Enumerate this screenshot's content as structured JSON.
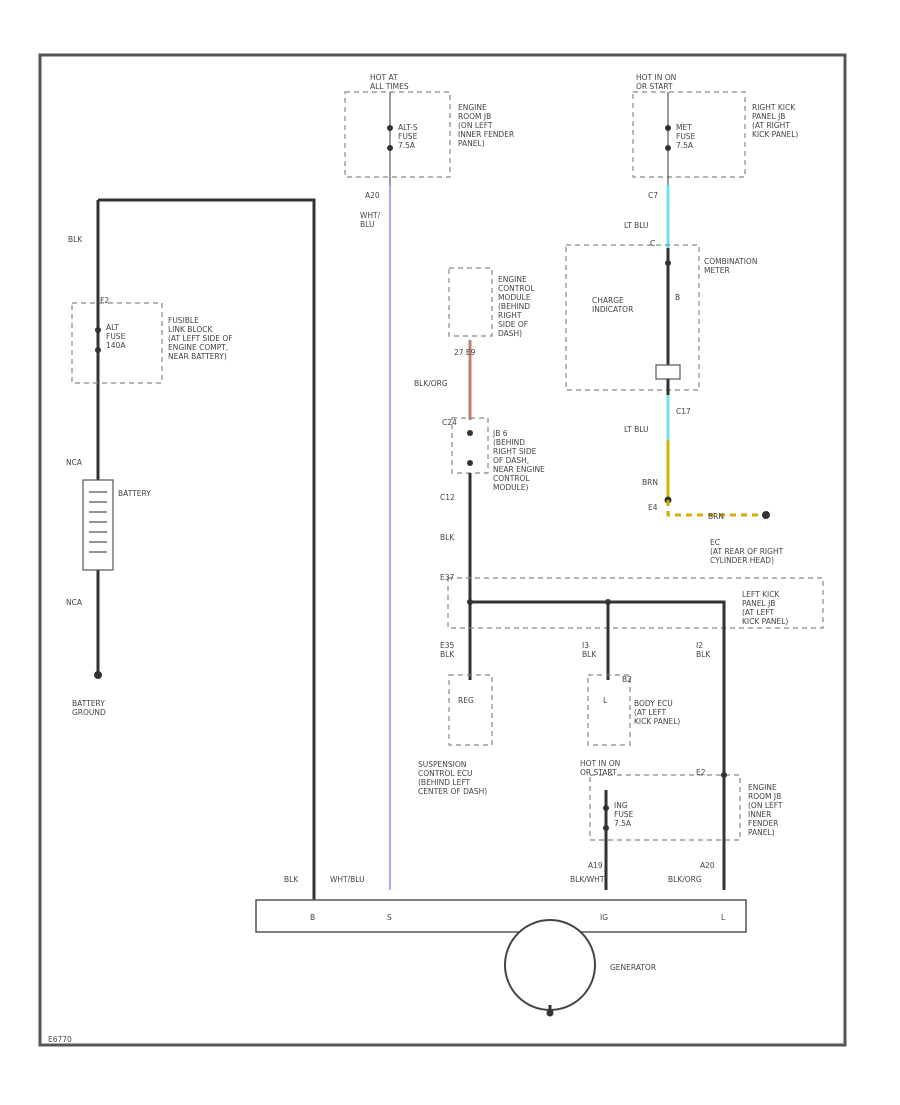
{
  "colors": {
    "wire": "#333333",
    "wht_blu": "#a8a8ff",
    "lt_blu": "#70e0f0",
    "blk_org": "#c08070",
    "brn": "#d4b000"
  },
  "hot_at_all_times": "HOT AT\nALL TIMES",
  "engine_room_jb_1": "ENGINE\nROOM JB\n(ON LEFT\nINNER FENDER\nPANEL)",
  "alt_s_fuse": "ALT-S\nFUSE\n7.5A",
  "a20": "A20",
  "wht_blu_v": "WHT/\nBLU",
  "hot_in_on_1": "HOT IN ON\nOR START",
  "right_kick_panel_jb": "RIGHT KICK\nPANEL JB\n(AT RIGHT\nKICK PANEL)",
  "met_fuse": "MET\nFUSE\n7.5A",
  "c7": "C7",
  "lt_blu_1": "LT BLU",
  "c_conn": "C",
  "combination_meter": "COMBINATION\nMETER",
  "charge_indicator": "CHARGE\nINDICATOR",
  "b": "B",
  "c17": "C17",
  "lt_blu_2": "LT BLU",
  "brn": "BRN",
  "e4": "E4",
  "brn_2": "BRN",
  "ec": "EC\n(AT REAR OF RIGHT\nCYLINDER HEAD)",
  "engine_control_module": "ENGINE\nCONTROL\nMODULE\n(BEHIND\nRIGHT\nSIDE OF\nDASH)",
  "e9": "27  E9",
  "blk_org": "BLK/ORG",
  "jb_conn": "C24",
  "jb_6": "JB 6\n(BEHIND\nRIGHT SIDE\nOF DASH,\nNEAR ENGINE\nCONTROL\nMODULE)",
  "c12": "C12",
  "blk_1": "BLK",
  "blk_top": "BLK",
  "fusible_link_block": "FUSIBLE\nLINK BLOCK\n(AT LEFT SIDE OF\nENGINE COMPT,\nNEAR BATTERY)",
  "f2": "F2",
  "alt_fuse": "ALT\nFUSE\n140A",
  "nca_1": "NCA",
  "battery": "BATTERY",
  "nca_2": "NCA",
  "battery_ground": "BATTERY\nGROUND",
  "e37": "E37",
  "left_kick_panel_jb": "LEFT KICK\nPANEL JB\n(AT LEFT\nKICK PANEL)",
  "e35_blk": "E35\nBLK",
  "reg": "REG",
  "suspension_control": "SUSPENSION\nCONTROL ECU\n(BEHIND LEFT\nCENTER OF DASH)",
  "i3_blk": "I3\nBLK",
  "b2": "B2",
  "body_ecu": "BODY ECU\n(AT LEFT\nKICK PANEL)",
  "body_ecu_pin": "L",
  "i2_blk": "I2\nBLK",
  "hot_in_on_2": "HOT IN ON\nOR START",
  "e2": "E2",
  "engine_room_jb_2": "ENGINE\nROOM JB\n(ON LEFT\nINNER\nFENDER\nPANEL)",
  "ing_fuse": "ING\nFUSE\n7.5A",
  "a19": "A19",
  "blk_wht": "BLK/WHT",
  "a20_2": "A20",
  "blk_org_2": "BLK/ORG",
  "blk_bottom": "BLK",
  "wht_blu_bottom": "WHT/BLU",
  "gen_b": "B",
  "gen_s": "S",
  "gen_ig": "IG",
  "gen_l": "L",
  "generator": "GENERATOR",
  "footer": "E6770"
}
